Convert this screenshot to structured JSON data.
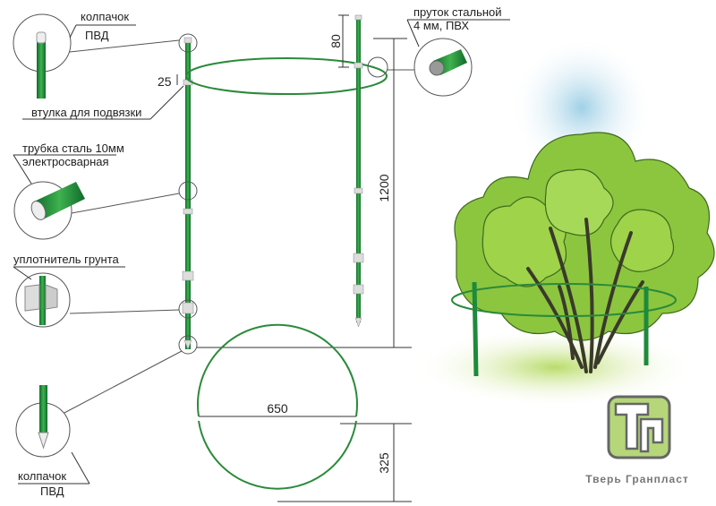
{
  "labels": {
    "top_cap": "колпачок",
    "top_cap_material": "ПВД",
    "sleeve": "втулка для подвязки",
    "tube_line1": "трубка сталь 10мм",
    "tube_line2": "электросварная",
    "compactor": "уплотнитель грунта",
    "bottom_cap": "колпачок",
    "bottom_cap_material": "ПВД",
    "rod_line1": "пруток стальной",
    "rod_line2": "4 мм, ПВХ"
  },
  "dimensions": {
    "sleeve_offset": "25",
    "top_offset": "80",
    "height": "1200",
    "diameter": "650",
    "radius": "325"
  },
  "brand": {
    "name": "Тверь Гранпласт",
    "logo_letters": "ТГ"
  },
  "colors": {
    "pole_green": "#1e8a3c",
    "ring_green": "#2a8a3a",
    "leaf_green": "#8cc63f",
    "logo_green": "#b5d77a"
  }
}
